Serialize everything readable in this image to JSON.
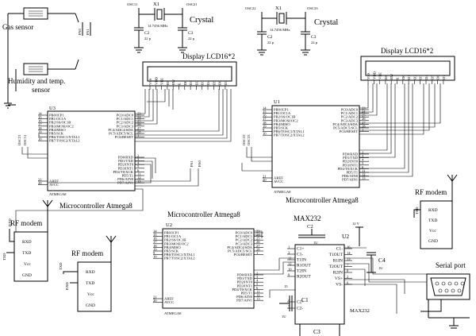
{
  "sensors": {
    "gas": {
      "label": "Gas sensor",
      "pin": "PA0"
    },
    "humidity": {
      "label_line1": "Humidity and temp.",
      "label_line2": "sensor",
      "pin": "PA1"
    }
  },
  "crystal_left": {
    "osc_left": "OSC11",
    "osc_right": "OSC21",
    "ref": "X1",
    "freq": "14.7456 MHz",
    "title": "Crystal",
    "c2": "C2",
    "c2_val": "22 p",
    "c3": "C3",
    "c3_val": "22 p"
  },
  "crystal_right": {
    "osc_left": "OSC22",
    "osc_right": "OSC33",
    "ref": "X1",
    "freq": "14.7456 MHz",
    "title": "Crystal",
    "c2": "C2",
    "c2_val": "22 p",
    "c3": "C3",
    "c3_val": "22 p"
  },
  "lcd_left": {
    "title": "Display LCD16*2",
    "pins": [
      "VSS",
      "VDD",
      "VEE",
      "RS",
      "RW",
      "E",
      "D0",
      "D1",
      "D2",
      "D3",
      "D4",
      "D5",
      "D6",
      "D7"
    ]
  },
  "lcd_right": {
    "title": "Display LCD16*2",
    "pins": [
      "VSS",
      "VDD",
      "VEE",
      "RS",
      "RW",
      "E",
      "D0",
      "D1",
      "D2",
      "D3",
      "D4",
      "D5",
      "D6",
      "D7"
    ]
  },
  "u3": {
    "ref": "U3",
    "caption": "Microcontroller Atmega8",
    "footer": "ATMEGA8",
    "left_pins": [
      {
        "num": "14",
        "name": "PB0/ICP1"
      },
      {
        "num": "15",
        "name": "PB1/OC1A"
      },
      {
        "num": "16",
        "name": "PB2/SS/OC1B"
      },
      {
        "num": "17",
        "name": "PB3/MOSI/OC2"
      },
      {
        "num": "18",
        "name": "PB4/MISO"
      },
      {
        "num": "19",
        "name": "PB5/SCK"
      },
      {
        "num": "9",
        "name": "PB6/TOSC1/XTAL1"
      },
      {
        "num": "10",
        "name": "PB7/TOSC2/XTAL2"
      }
    ],
    "left_bottom": [
      {
        "num": "21",
        "name": "AREF"
      },
      {
        "num": "20",
        "name": "AVCC"
      }
    ],
    "osc_labels": [
      "OSC21",
      "OSC11"
    ],
    "right_pins_top": [
      {
        "num": "23",
        "name": "PC0/ADC0"
      },
      {
        "num": "24",
        "name": "PC1/ADC1"
      },
      {
        "num": "25",
        "name": "PC2/ADC2"
      },
      {
        "num": "26",
        "name": "PC3/ADC3"
      },
      {
        "num": "27",
        "name": "PC4/ADC4/SDA"
      },
      {
        "num": "28",
        "name": "PC5/ADC5/SCL"
      },
      {
        "num": "1",
        "name": "PC6/RESET"
      }
    ],
    "right_pins_bottom": [
      {
        "num": "2",
        "name": "PD0/RXD"
      },
      {
        "num": "3",
        "name": "PD1/TXD"
      },
      {
        "num": "4",
        "name": "PD2/INT0"
      },
      {
        "num": "5",
        "name": "PD3/INT1"
      },
      {
        "num": "6",
        "name": "PD4/T0/XCK"
      },
      {
        "num": "11",
        "name": "PD5/T1"
      },
      {
        "num": "12",
        "name": "PD6/AIN0"
      },
      {
        "num": "13",
        "name": "PD7/AIN1"
      }
    ],
    "port_labels": [
      "PA1",
      "PA0"
    ]
  },
  "u1": {
    "ref": "U1",
    "caption": "Microcontroller Atmega8",
    "footer": "ATMEGA8",
    "left_pins": [
      {
        "num": "14",
        "name": "PB0/ICP1"
      },
      {
        "num": "15",
        "name": "PB1/OC1A"
      },
      {
        "num": "16",
        "name": "PB2/SS/OC1B"
      },
      {
        "num": "17",
        "name": "PB3/MOSI/OC2"
      },
      {
        "num": "18",
        "name": "PB4/MISO"
      },
      {
        "num": "19",
        "name": "PB5/SCK"
      },
      {
        "num": "9",
        "name": "PB6/TOSC1/XTAL1"
      },
      {
        "num": "10",
        "name": "PB7/TOSC2/XTAL2"
      }
    ],
    "left_bottom": [
      {
        "num": "21",
        "name": "AREF"
      },
      {
        "num": "20",
        "name": "AVCC"
      }
    ],
    "osc_labels": [
      "OSC22",
      "OSC33"
    ],
    "right_pins_top": [
      {
        "num": "23",
        "name": "PC0/ADC0"
      },
      {
        "num": "24",
        "name": "PC1/ADC1"
      },
      {
        "num": "25",
        "name": "PC2/ADC2"
      },
      {
        "num": "26",
        "name": "PC3/ADC3"
      },
      {
        "num": "27",
        "name": "PC4/ADC4/SDA"
      },
      {
        "num": "28",
        "name": "PC5/ADC5/SCL"
      },
      {
        "num": "1",
        "name": "PC6/RESET"
      }
    ],
    "right_pins_bottom": [
      {
        "num": "2",
        "name": "PD0/RXD"
      },
      {
        "num": "3",
        "name": "PD1/TXD"
      },
      {
        "num": "4",
        "name": "PD2/INT0"
      },
      {
        "num": "5",
        "name": "PD3/INT1"
      },
      {
        "num": "6",
        "name": "PD4/T0/XCK"
      },
      {
        "num": "11",
        "name": "PD5/T1"
      },
      {
        "num": "12",
        "name": "PD6/AIN0"
      },
      {
        "num": "13",
        "name": "PD7/AIN1"
      }
    ]
  },
  "u2": {
    "ref": "U2",
    "caption": "Microcontroller Atmega8",
    "footer": "ATMEGA8",
    "left_pins": [
      {
        "num": "14",
        "name": "PB0/ICP1"
      },
      {
        "num": "15",
        "name": "PB1/OC1A"
      },
      {
        "num": "16",
        "name": "PB2/SS/OC1B"
      },
      {
        "num": "17",
        "name": "PB3/MOSI/OC2"
      },
      {
        "num": "18",
        "name": "PB4/MISO"
      },
      {
        "num": "19",
        "name": "PB5/SCK"
      },
      {
        "num": "9",
        "name": "PB6/TOSC1/XTAL1"
      },
      {
        "num": "10",
        "name": "PB7/TOSC2/XTAL2"
      }
    ],
    "left_bottom": [
      {
        "num": "21",
        "name": "AREF"
      },
      {
        "num": "20",
        "name": "AVCC"
      }
    ],
    "right_pins_top": [
      {
        "num": "23",
        "name": "PC0/ADC0"
      },
      {
        "num": "24",
        "name": "PC1/ADC1"
      },
      {
        "num": "25",
        "name": "PC2/ADC2"
      },
      {
        "num": "26",
        "name": "PC3/ADC3"
      },
      {
        "num": "27",
        "name": "PC4/ADC4/SDA"
      },
      {
        "num": "28",
        "name": "PC5/ADC5/SCL"
      },
      {
        "num": "1",
        "name": "PC6/RESET"
      }
    ],
    "right_pins_bottom": [
      {
        "num": "2",
        "name": "PD0/RXD"
      },
      {
        "num": "3",
        "name": "PD1/TXD"
      },
      {
        "num": "4",
        "name": "PD2/INT0"
      },
      {
        "num": "5",
        "name": "PD3/INT1"
      },
      {
        "num": "6",
        "name": "PD4/T0/XCK"
      },
      {
        "num": "11",
        "name": "PD5/T1"
      },
      {
        "num": "12",
        "name": "PD6/AIN0"
      },
      {
        "num": "13",
        "name": "PD7/AIN1"
      }
    ]
  },
  "rf_left": {
    "title": "RF modem",
    "pins": [
      "RXD",
      "TXD",
      "Vcc",
      "GND"
    ],
    "rxd": "RXD",
    "txd": "TXD"
  },
  "rf_mid": {
    "title": "RF modem",
    "pins": [
      "RXD",
      "TXD",
      "Vcc",
      "GND"
    ],
    "rxd": "RXD",
    "txd": "TXD"
  },
  "rf_right": {
    "title": "RF modem",
    "pins": [
      "RXD",
      "TXD",
      "Vcc",
      "GND"
    ],
    "txd": "TXD"
  },
  "max232": {
    "title": "MAX232",
    "title2": "MAX232",
    "ref": "U2",
    "c2": "C2",
    "c2_val": "1U",
    "c1": "C1",
    "c1_val": "1U",
    "c3": "C3",
    "c4": "C4",
    "c4_val": "1U",
    "v12": "12 V",
    "left_pins": [
      {
        "num": "1",
        "name": "C1+"
      },
      {
        "num": "3",
        "name": "C1-"
      },
      {
        "num": "11",
        "name": "T1IN"
      },
      {
        "num": "12",
        "name": "R1OUT"
      },
      {
        "num": "10",
        "name": "T2IN"
      },
      {
        "num": "9",
        "name": "R2OUT"
      }
    ],
    "left_bottom": [
      {
        "num": "4",
        "name": "C2+"
      },
      {
        "num": "5",
        "name": "C2-"
      }
    ],
    "right_pins": [
      {
        "num": "16",
        "name": "C1-"
      },
      {
        "num": "14",
        "name": "T1OUT"
      },
      {
        "num": "13",
        "name": "R1IN"
      },
      {
        "num": "7",
        "name": "T2OUT"
      },
      {
        "num": "8",
        "name": "R2IN"
      },
      {
        "num": "2",
        "name": "VS+"
      },
      {
        "num": "6",
        "name": "VS-"
      }
    ],
    "pin15": "15"
  },
  "serial": {
    "title": "Serial port"
  }
}
